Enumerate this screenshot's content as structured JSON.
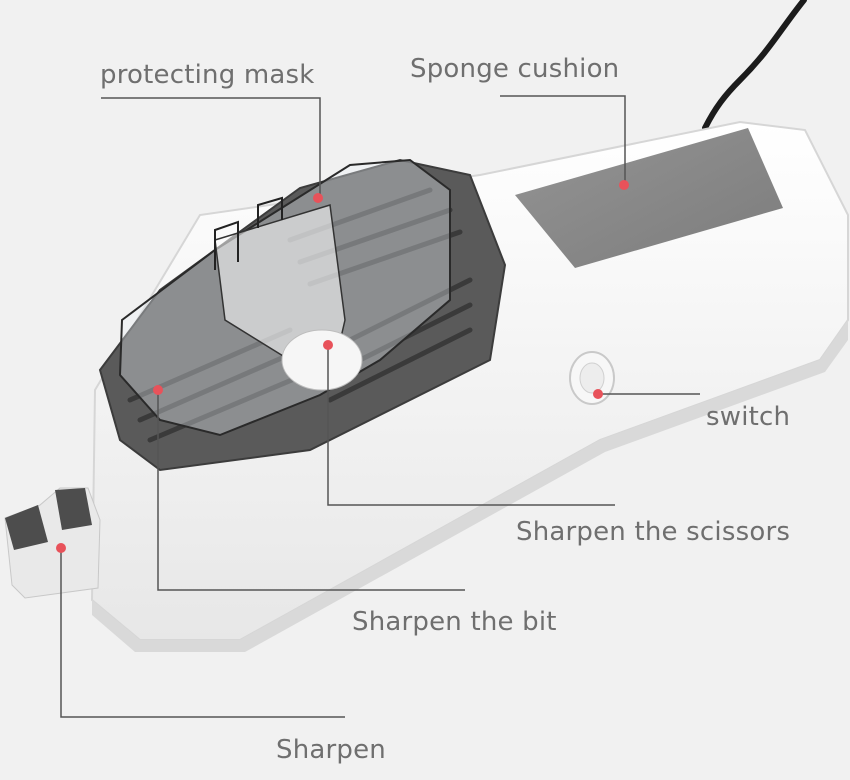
{
  "labels": {
    "protecting_mask": "protecting mask",
    "sponge_cushion": "Sponge cushion",
    "switch": "switch",
    "sharpen_scissors": "Sharpen the scissors",
    "sharpen_bit": "Sharpen the bit",
    "sharpen": "Sharpen"
  },
  "colors": {
    "background": "#f1f1f1",
    "body": "#ffffff",
    "dark_plate": "#5a5a5a",
    "sponge": "#8a8a8a",
    "marker": "#e8525a",
    "leader_line": "#555555",
    "label_text": "#6f6f6f"
  }
}
